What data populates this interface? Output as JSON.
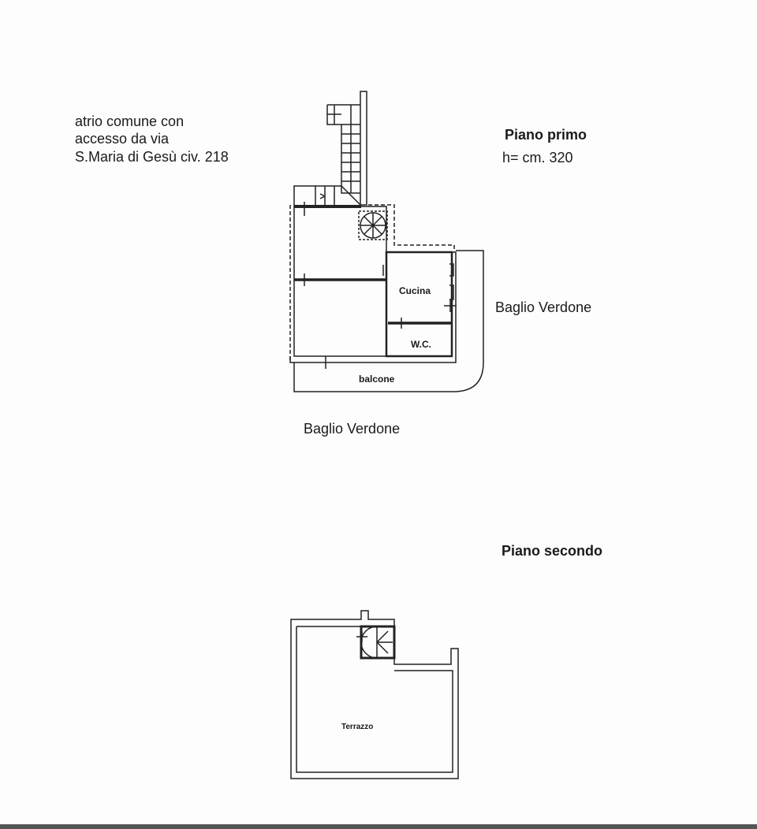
{
  "notes": {
    "access_line1": "atrio comune con",
    "access_line2": "accesso da via",
    "access_line3": "S.Maria di Gesù civ. 218"
  },
  "first_floor": {
    "title": "Piano primo",
    "height": "h= cm. 320",
    "rooms": {
      "kitchen": "Cucina",
      "wc": "W.C.",
      "balcony": "balcone"
    },
    "street_east": "Baglio Verdone",
    "street_south": "Baglio Verdone"
  },
  "second_floor": {
    "title": "Piano secondo",
    "rooms": {
      "terrace": "Terrazzo"
    }
  }
}
